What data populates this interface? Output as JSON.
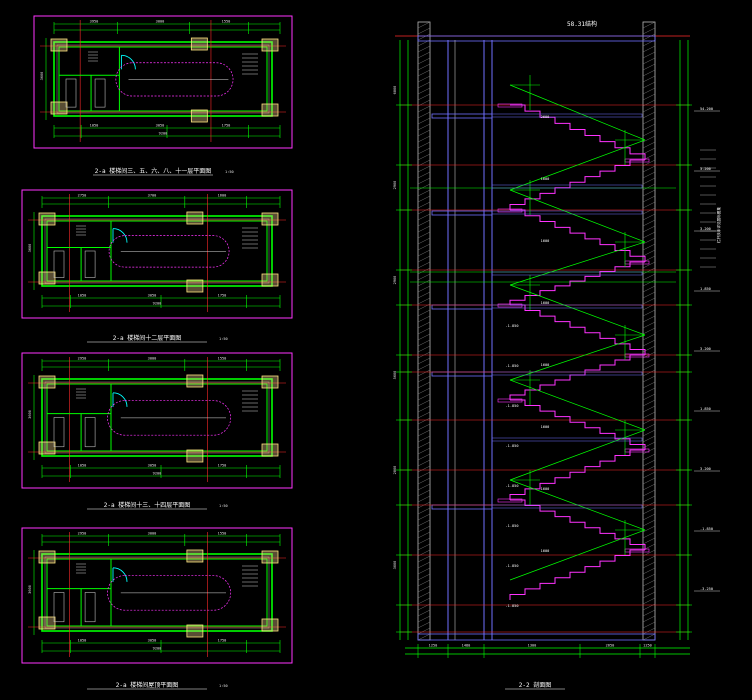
{
  "plans": [
    {
      "caption": "2-a 楼梯间三、五、六、八、十一层平面图",
      "scale": "1:50",
      "dims_top": [
        "3950",
        "3000",
        "1550"
      ],
      "dims_bottom": [
        "1050",
        "3050",
        "1750"
      ],
      "dim_total": "9200",
      "dim_side": "3600"
    },
    {
      "caption": "2-a 楼梯间十二层平面图",
      "scale": "1:50",
      "dims_top": [
        "2750",
        "3700",
        "1600"
      ],
      "dims_bottom": [
        "1050",
        "3050",
        "1750"
      ],
      "dim_total": "9200",
      "dim_side": "3600"
    },
    {
      "caption": "2-a 楼梯间十三、十四层平面图",
      "scale": "1:50",
      "dims_top": [
        "2950",
        "3000",
        "1550"
      ],
      "dims_bottom": [
        "1050",
        "3050",
        "1750"
      ],
      "dim_total": "9200",
      "dim_side": "3600"
    },
    {
      "caption": "2-a 楼梯间屋顶平面图",
      "scale": "1:50",
      "dims_top": [
        "2950",
        "3000",
        "1550"
      ],
      "dims_bottom": [
        "1050",
        "3050",
        "1750"
      ],
      "dim_total": "9200",
      "dim_side": "3600"
    }
  ],
  "section": {
    "roof_label": "58.31结构",
    "caption": "2-2 剖面图",
    "levels_right": [
      "54.200",
      "3.200",
      "3.200",
      "1.850",
      "3.200",
      "1.850",
      "3.200",
      "-1.850",
      "-3.250"
    ],
    "levels_left": [
      "-1.850",
      "-1.850",
      "-1.850",
      "-1.850",
      "-1.850",
      "-1.850",
      "-1.850",
      "-1.850"
    ],
    "dims_left": [
      "6800",
      "2900",
      "2900",
      "5600",
      "2800",
      "3000"
    ],
    "dims_bottom": [
      "1250",
      "1480",
      "1300",
      "2650",
      "1250"
    ],
    "landing_labels": [
      "2600",
      "1600",
      "1600",
      "1600",
      "1600",
      "1600",
      "1600",
      "1600"
    ],
    "note": "栏杆扶手详见国标图集"
  },
  "colors": {
    "background": "#000000",
    "wall": "#00ff00",
    "frame": "#ff33ff",
    "axis": "#ff2a2a",
    "dimension": "#7070ff",
    "column": "#ffe680",
    "text": "#ffffff",
    "door": "#00ffff"
  }
}
